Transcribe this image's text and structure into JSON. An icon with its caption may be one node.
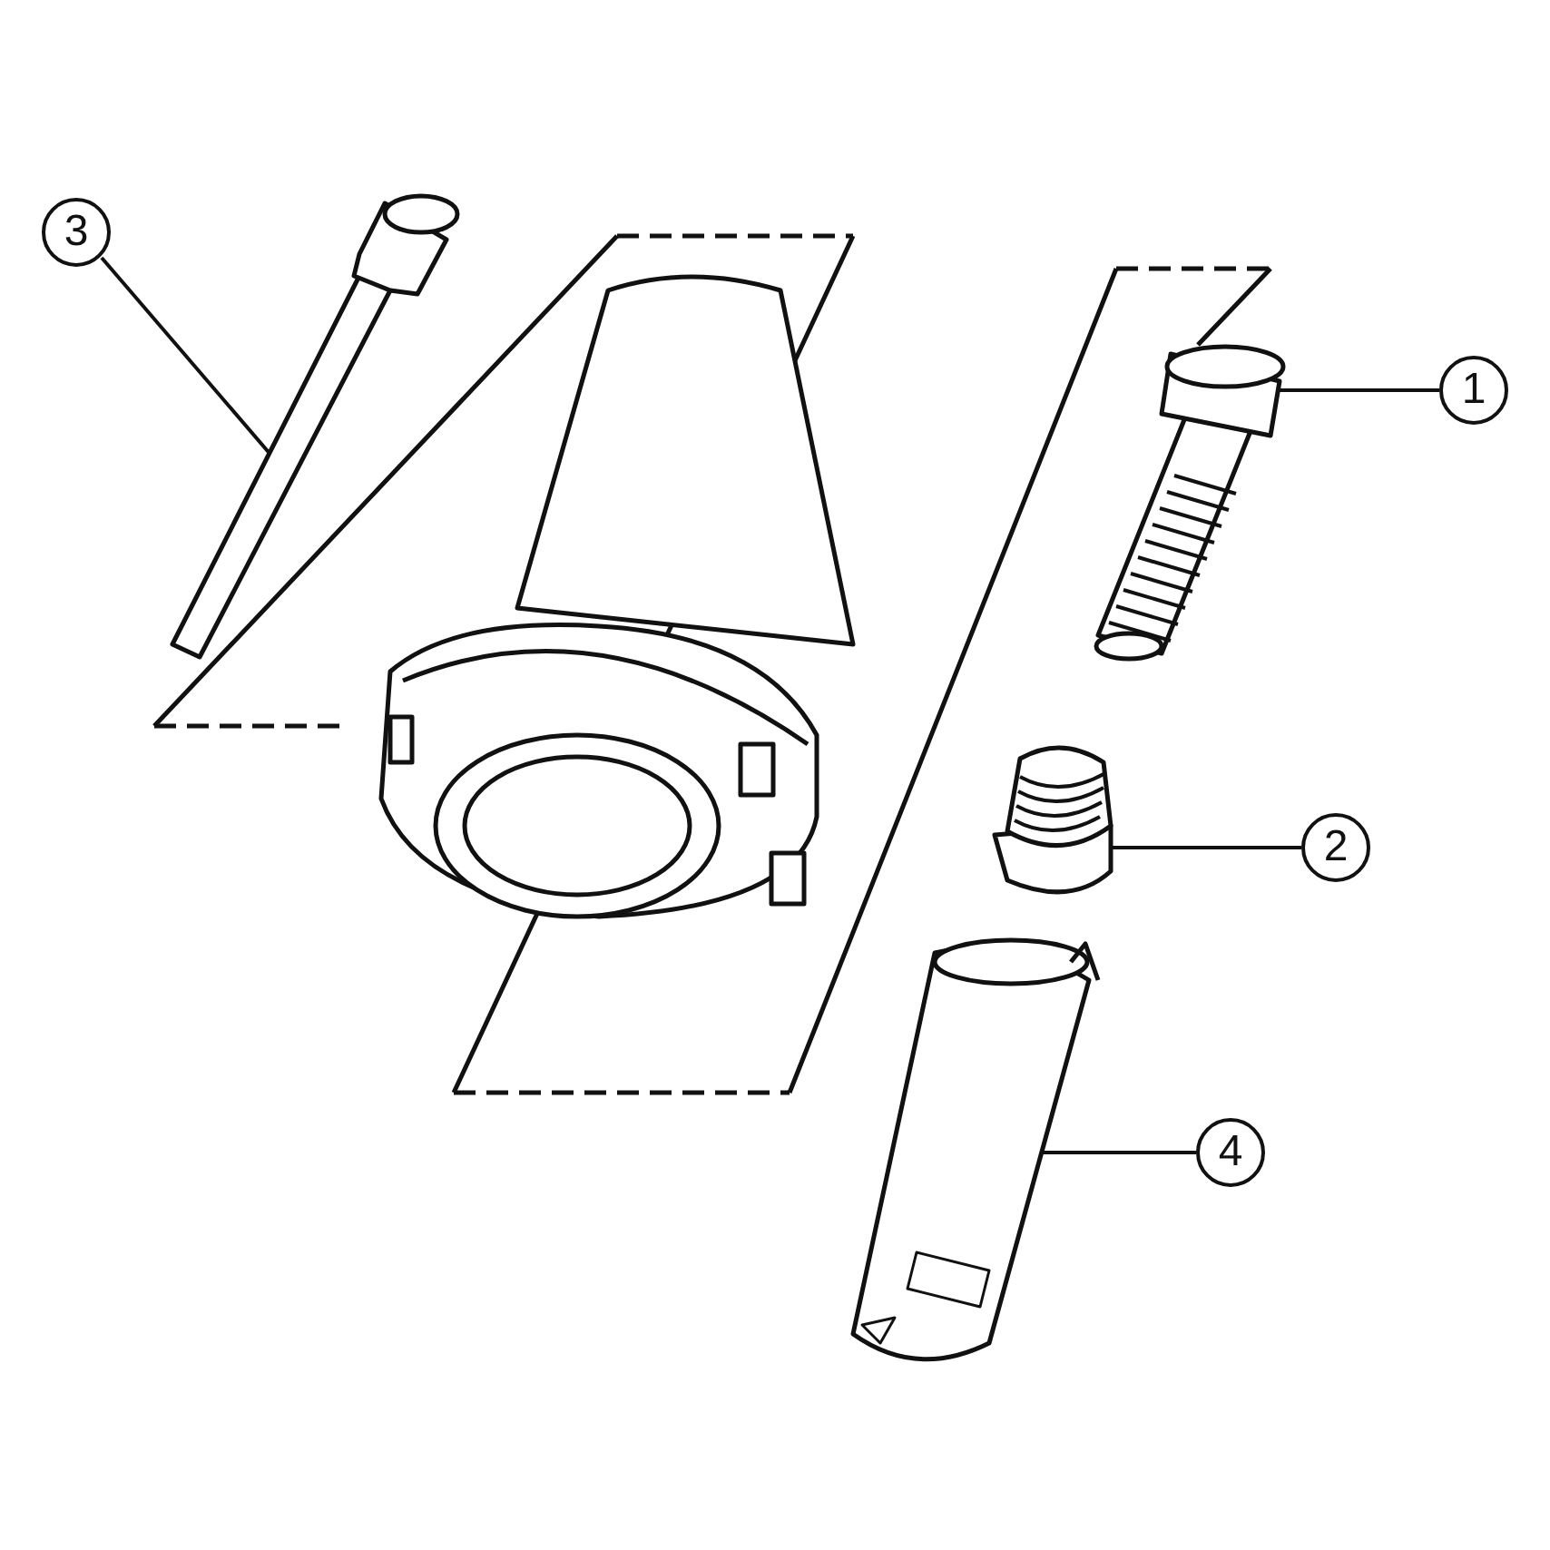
{
  "diagram": {
    "nodes": [
      {
        "text": [
          "3"
        ]
      },
      {
        "text": [],
        "shape": "picture"
      },
      {
        "text": [
          "1"
        ]
      },
      {
        "text": [],
        "shape": "picture"
      },
      {
        "text": [
          "2"
        ]
      },
      {
        "text": [],
        "shape": "picture"
      },
      {
        "text": [
          "4"
        ]
      },
      {
        "text": [],
        "shape": "picture"
      }
    ],
    "edges": [
      {
        "from": 0,
        "to": 1,
        "arrow": "none"
      },
      {
        "from": 2,
        "to": 3,
        "arrow": "none"
      },
      {
        "from": 4,
        "to": 5,
        "arrow": "none"
      },
      {
        "from": 6,
        "to": 7,
        "arrow": "none"
      }
    ]
  }
}
